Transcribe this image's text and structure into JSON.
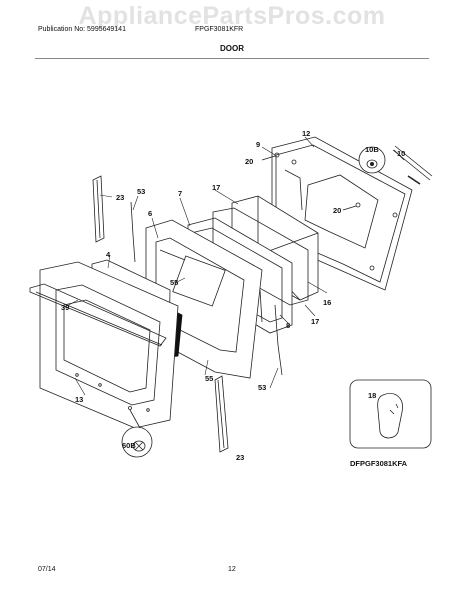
{
  "watermark": "AppliancePartsPros.com",
  "header": {
    "publication": "Publication No: 5995649141",
    "model": "FPGF3081KFR",
    "section": "DOOR"
  },
  "callouts": {
    "c4": "4",
    "c6": "6",
    "c7": "7",
    "c8": "8",
    "c9": "9",
    "c10": "10",
    "c10b": "10B",
    "c12": "12",
    "c13": "13",
    "c16": "16",
    "c17a": "17",
    "c17b": "17",
    "c18": "18",
    "c20a": "20",
    "c20b": "20",
    "c23a": "23",
    "c23b": "23",
    "c39": "39",
    "c53a": "53",
    "c53b": "53",
    "c55a": "55",
    "c55b": "55",
    "c60b": "60B"
  },
  "diagram_model": "DFPGF3081KFA",
  "footer": {
    "date": "07/14",
    "page": "12"
  }
}
